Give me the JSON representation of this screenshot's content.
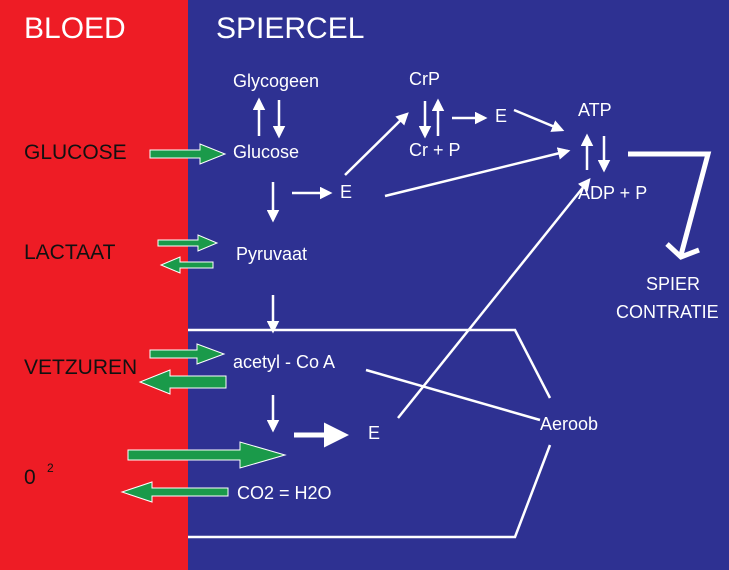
{
  "colors": {
    "bloed_bg": "#ee1c25",
    "spiercel_bg": "#2e3192",
    "text_light": "#ffffff",
    "text_dark": "#111111",
    "arrow_white": "#ffffff",
    "arrow_green": "#1a9a4a",
    "arrow_green_outline": "#ffffff"
  },
  "headers": {
    "bloed": "BLOED",
    "spiercel": "SPIERCEL"
  },
  "blood_labels": {
    "glucose": "GLUCOSE",
    "lactaat": "LACTAAT",
    "vetzuren": "VETZUREN",
    "o2_base": "0",
    "o2_sub": "2"
  },
  "nodes": {
    "glycogeen": "Glycogeen",
    "glucose": "Glucose",
    "pyruvaat": "Pyruvaat",
    "acetyl": "acetyl - Co A",
    "co2": "CO2 = H2O",
    "e_glucose": "E",
    "e_cr": "E",
    "e_aerobic": "E",
    "crp": "CrP",
    "cr_p": "Cr + P",
    "atp": "ATP",
    "adp_p": "ADP + P",
    "spier": "SPIER",
    "contratie": "CONTRATIE",
    "aeroob": "Aeroob"
  }
}
